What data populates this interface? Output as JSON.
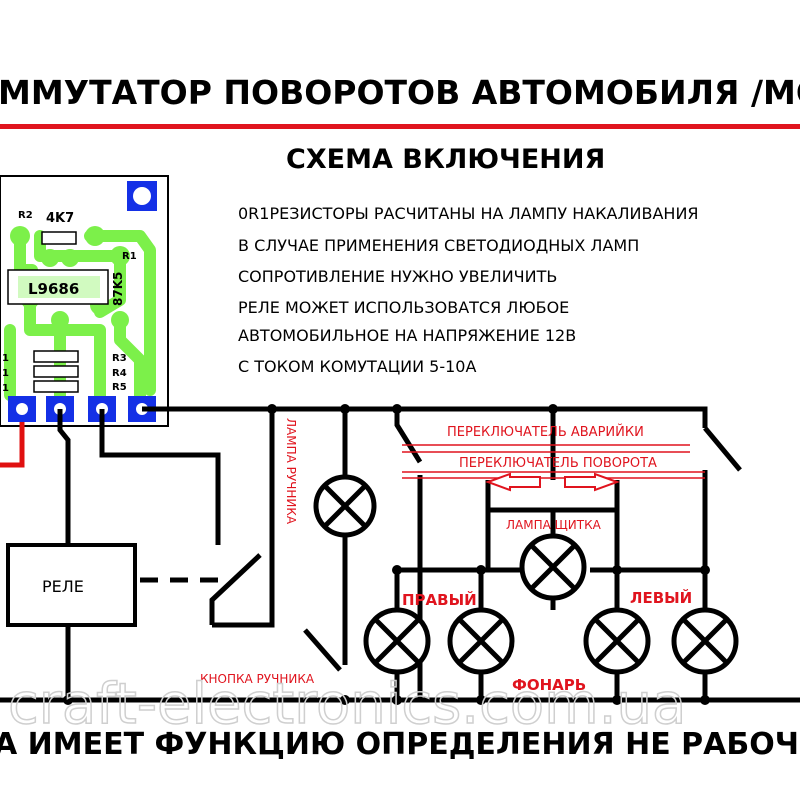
{
  "title": {
    "top": "ММУТАТОР ПОВОРОТОВ АВТОМОБИЛЯ /МОТОЦ",
    "subtitle": "СХЕМА ВКЛЮЧЕНИЯ",
    "bottom": "А ИМЕЕТ ФУНКЦИЮ ОПРЕДЕЛЕНИЯ НЕ РАБОЧЕЙ"
  },
  "notes": [
    "0R1РЕЗИСТОРЫ РАСЧИТАНЫ НА ЛАМПУ НАКАЛИВАНИЯ",
    "В СЛУЧАЕ ПРИМЕНЕНИЯ СВЕТОДИОДНЫХ ЛАМП",
    "СОПРОТИВЛЕНИЕ НУЖНО УВЕЛИЧИТЬ",
    "РЕЛЕ МОЖЕТ ИСПОЛЬЗОВАТСЯ ЛЮБОЕ",
    "АВТОМОБИЛЬНОЕ НА НАПРЯЖЕНИЕ 12В",
    "С ТОКОМ КОМУТАЦИИ 5-10А"
  ],
  "pcb": {
    "r2": "R2",
    "r2_value": "4K7",
    "r1": "R1",
    "r1_value": "87K5",
    "chip": "L9686",
    "r3": "R3",
    "r4": "R4",
    "r5": "R5",
    "one_a": "1",
    "one_b": "1",
    "one_c": "1"
  },
  "labels": {
    "relay": "РЕЛЕ",
    "hazard_switch": "ПЕРЕКЛЮЧАТЕЛЬ АВАРИЙКИ",
    "turn_switch": "ПЕРЕКЛЮЧАТЕЛЬ ПОВОРОТА",
    "dash_lamp": "ЛАМПА ЩИТКА",
    "right": "ПРАВЫЙ",
    "left": "ЛЕВЫЙ",
    "lantern": "ФОНАРЬ",
    "handbrake_lamp": "ЛАМПА РУЧНИКА",
    "handbrake_button": "КНОПКА РУЧНИКА"
  },
  "watermark": "craft-electronics.com.ua",
  "colors": {
    "red": "#e0141e",
    "pcb_green": "#7cf04a",
    "pad_blue": "#1430e6"
  }
}
